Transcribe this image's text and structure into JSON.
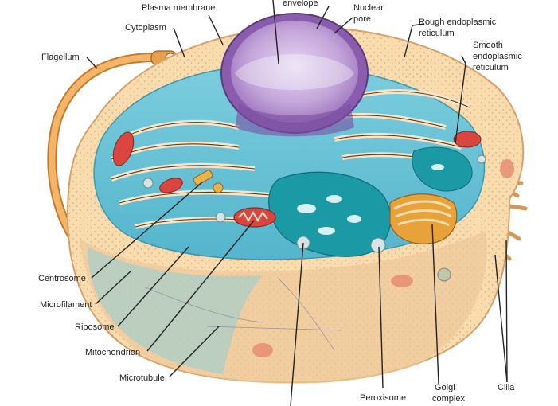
{
  "colors": {
    "cell_outer": "#f8dcae",
    "cytosol_blue": "#6fc6d8",
    "er_teal": "#1b9aa6",
    "nucleus_purple": "#a67fc2",
    "nucleus_light": "#d9c4e6",
    "golgi_orange": "#e8a23a",
    "flagellum": "#e8a04a",
    "mitochondrion_red": "#d9463f"
  },
  "labels": {
    "plasma_membrane": "Plasma membrane",
    "nuclear_envelope": "envelope",
    "nuclear_pore_1": "Nuclear",
    "nuclear_pore_2": "pore",
    "rough_er_1": "Rough endoplasmic",
    "rough_er_2": "reticulum",
    "smooth_er_1": "Smooth",
    "smooth_er_2": "endoplasmic",
    "smooth_er_3": "reticulum",
    "cytoplasm": "Cytoplasm",
    "flagellum": "Flagellum",
    "centrosome": "Centrosome",
    "microfilament": "Microfilament",
    "ribosome": "Ribosome",
    "mitochondrion": "Mitochondrion",
    "microtubule": "Microtubule",
    "peroxisome": "Peroxisome",
    "golgi_1": "Golgi",
    "golgi_2": "complex",
    "cilia": "Cilia"
  }
}
